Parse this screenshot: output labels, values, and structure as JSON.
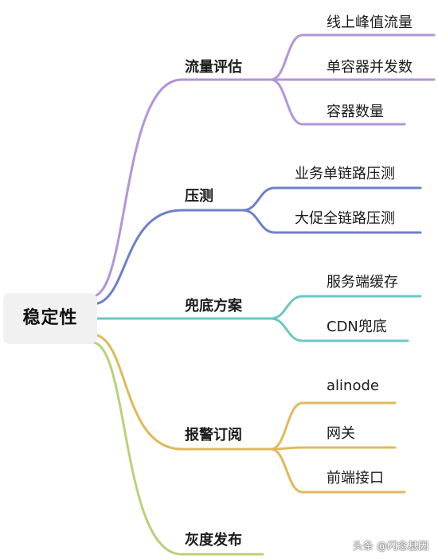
{
  "root": {
    "label": "稳定性"
  },
  "branches": [
    {
      "label": "流量评估",
      "color": "#b295d8",
      "children": [
        "线上峰值流量",
        "单容器并发数",
        "容器数量"
      ]
    },
    {
      "label": "压测",
      "color": "#6f7fc9",
      "children": [
        "业务单链路压测",
        "大促全链路压测"
      ]
    },
    {
      "label": "兜底方案",
      "color": "#6cc7c3",
      "children": [
        "服务端缓存",
        "CDN兜底"
      ]
    },
    {
      "label": "报警订阅",
      "color": "#e2b95a",
      "children": [
        "alinode",
        "网关",
        "前端接口"
      ]
    },
    {
      "label": "灰度发布",
      "color": "#b7d27a",
      "children": []
    }
  ],
  "watermark": "头条 @闪念基因"
}
